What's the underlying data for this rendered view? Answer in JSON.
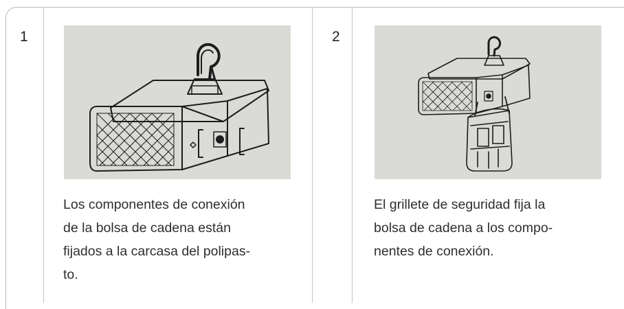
{
  "steps": [
    {
      "number": "1",
      "image_alt": "Carcasa del polipasto con gancho superior y componentes de conexión",
      "caption_lines": [
        "Los componentes de conexión",
        "de la bolsa de cadena están",
        "fijados a la carcasa del polipas-",
        "to."
      ]
    },
    {
      "number": "2",
      "image_alt": "Polipasto con bolsa de cadena colgada mediante grillete de seguridad",
      "caption_lines": [
        "El grillete de seguridad fija la",
        "bolsa de cadena a los compo-",
        "nentes de conexión."
      ]
    }
  ],
  "colors": {
    "photo_bg": "#dadad6",
    "rule": "#c4c4c4",
    "frame": "#b9b9b9"
  }
}
